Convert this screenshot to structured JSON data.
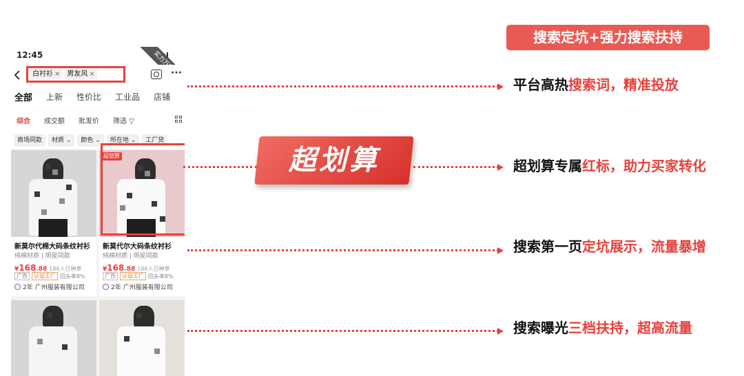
{
  "header_banner": "搜索定坑+强力搜索扶持",
  "center_badge": "超划算",
  "callouts": [
    {
      "plain": "平台高热",
      "highlight": "搜索词，精准投放"
    },
    {
      "plain": "超划算专属",
      "highlight": "红标，助力买家转化"
    },
    {
      "plain": "搜索第一页",
      "highlight": "定坑展示，流量暴增"
    },
    {
      "plain": "搜索曝光",
      "highlight": "三档扶持，超高流量"
    }
  ],
  "phone": {
    "time": "12:45",
    "ribbon": "实力万家",
    "search_tags": [
      "白衬衫",
      "男友风"
    ],
    "tag_close": "×",
    "nav_tabs": [
      "全部",
      "上新",
      "性价比",
      "工业品",
      "店铺"
    ],
    "sort_items": [
      "综合",
      "成交额",
      "批发价",
      "筛选 ▽"
    ],
    "filters": [
      "商场同款",
      "材质 ⌄",
      "颜色 ⌄",
      "所在地 ⌄",
      "工厂货"
    ],
    "products": [
      {
        "title": "新莫尔代棉大码条纹衬衫",
        "sub": "纯棉材质 | 明星同款",
        "price_symbol": "¥",
        "price_int": "168",
        "price_dec": ".88",
        "sold": "186人已种草",
        "ad": "广告",
        "factory": "认证工厂",
        "return_rate": "回头率8%",
        "years": "2年",
        "shop": "广州服装有限公司"
      },
      {
        "badge": "超划算",
        "title": "新莫代尔大码条纹衬衫",
        "sub": "纯棉材质 | 明星同款",
        "price_symbol": "¥",
        "price_int": "168",
        "price_dec": ".88",
        "sold": "186人已种草",
        "ad": "广告",
        "factory": "认证工厂",
        "return_rate": "回头率8%",
        "years": "2年",
        "shop": "广州服装有限公司"
      }
    ]
  },
  "colors": {
    "accent": "#e8413b",
    "banner": "#ea5a55"
  }
}
